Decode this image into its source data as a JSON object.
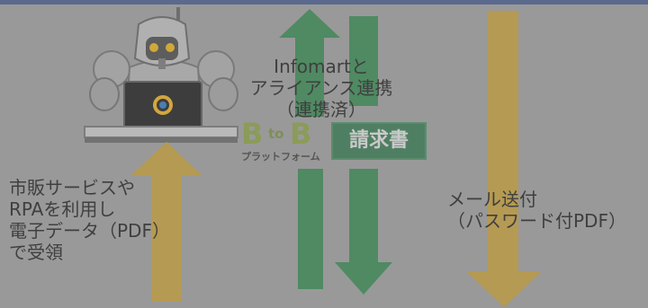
{
  "colors": {
    "background": "#999999",
    "green_arrow": "#4f8a62",
    "gold_arrow": "#b59a53",
    "text": "#3f3f3f"
  },
  "icons": {
    "robot": "robot-at-laptop-icon",
    "laptop_logo": "info-mart-logo-icon"
  },
  "left_label": {
    "lines": [
      "市販サービスや",
      "RPAを利用し",
      "電子データ（PDF）",
      "で受領"
    ]
  },
  "center_label": {
    "lines": [
      "Infomartと",
      "アライアンス連携",
      "（連携済）"
    ]
  },
  "bb_logo": {
    "b1": "B",
    "to": "to",
    "b2": "B",
    "sub": "プラットフォーム"
  },
  "badge": {
    "label": "請求書"
  },
  "right_label": {
    "lines": [
      "メール送付",
      "（パスワード付PDF）"
    ]
  }
}
